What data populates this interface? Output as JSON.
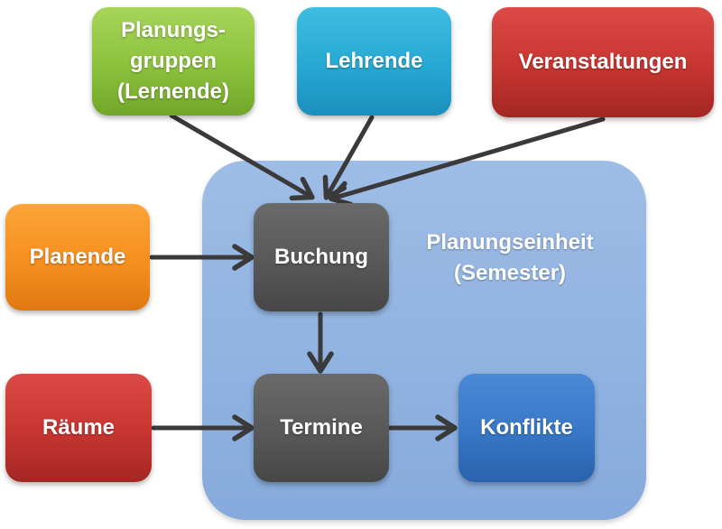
{
  "diagram": {
    "container": {
      "label_lines": [
        "Planungseinheit",
        "(Semester)"
      ]
    },
    "nodes": {
      "planungsgruppen": {
        "label": "Planungs-\ngruppen\n(Lernende)"
      },
      "lehrende": {
        "label": "Lehrende"
      },
      "veranstaltungen": {
        "label": "Veranstaltungen"
      },
      "planende": {
        "label": "Planende"
      },
      "buchung": {
        "label": "Buchung"
      },
      "raeume": {
        "label": "Räume"
      },
      "termine": {
        "label": "Termine"
      },
      "konflikte": {
        "label": "Konflikte"
      }
    },
    "edges": [
      {
        "from": "planungsgruppen",
        "to": "buchung"
      },
      {
        "from": "lehrende",
        "to": "buchung"
      },
      {
        "from": "veranstaltungen",
        "to": "buchung"
      },
      {
        "from": "planende",
        "to": "buchung"
      },
      {
        "from": "buchung",
        "to": "termine"
      },
      {
        "from": "raeume",
        "to": "termine"
      },
      {
        "from": "termine",
        "to": "konflikte"
      }
    ],
    "colors": {
      "green": "#8cc13d",
      "cyan": "#26a8d2",
      "red": "#c73531",
      "orange": "#f58f1f",
      "gray": "#585858",
      "blue": "#3777c6",
      "container": "#8fb2e0",
      "arrow": "#3a3a3a"
    }
  }
}
